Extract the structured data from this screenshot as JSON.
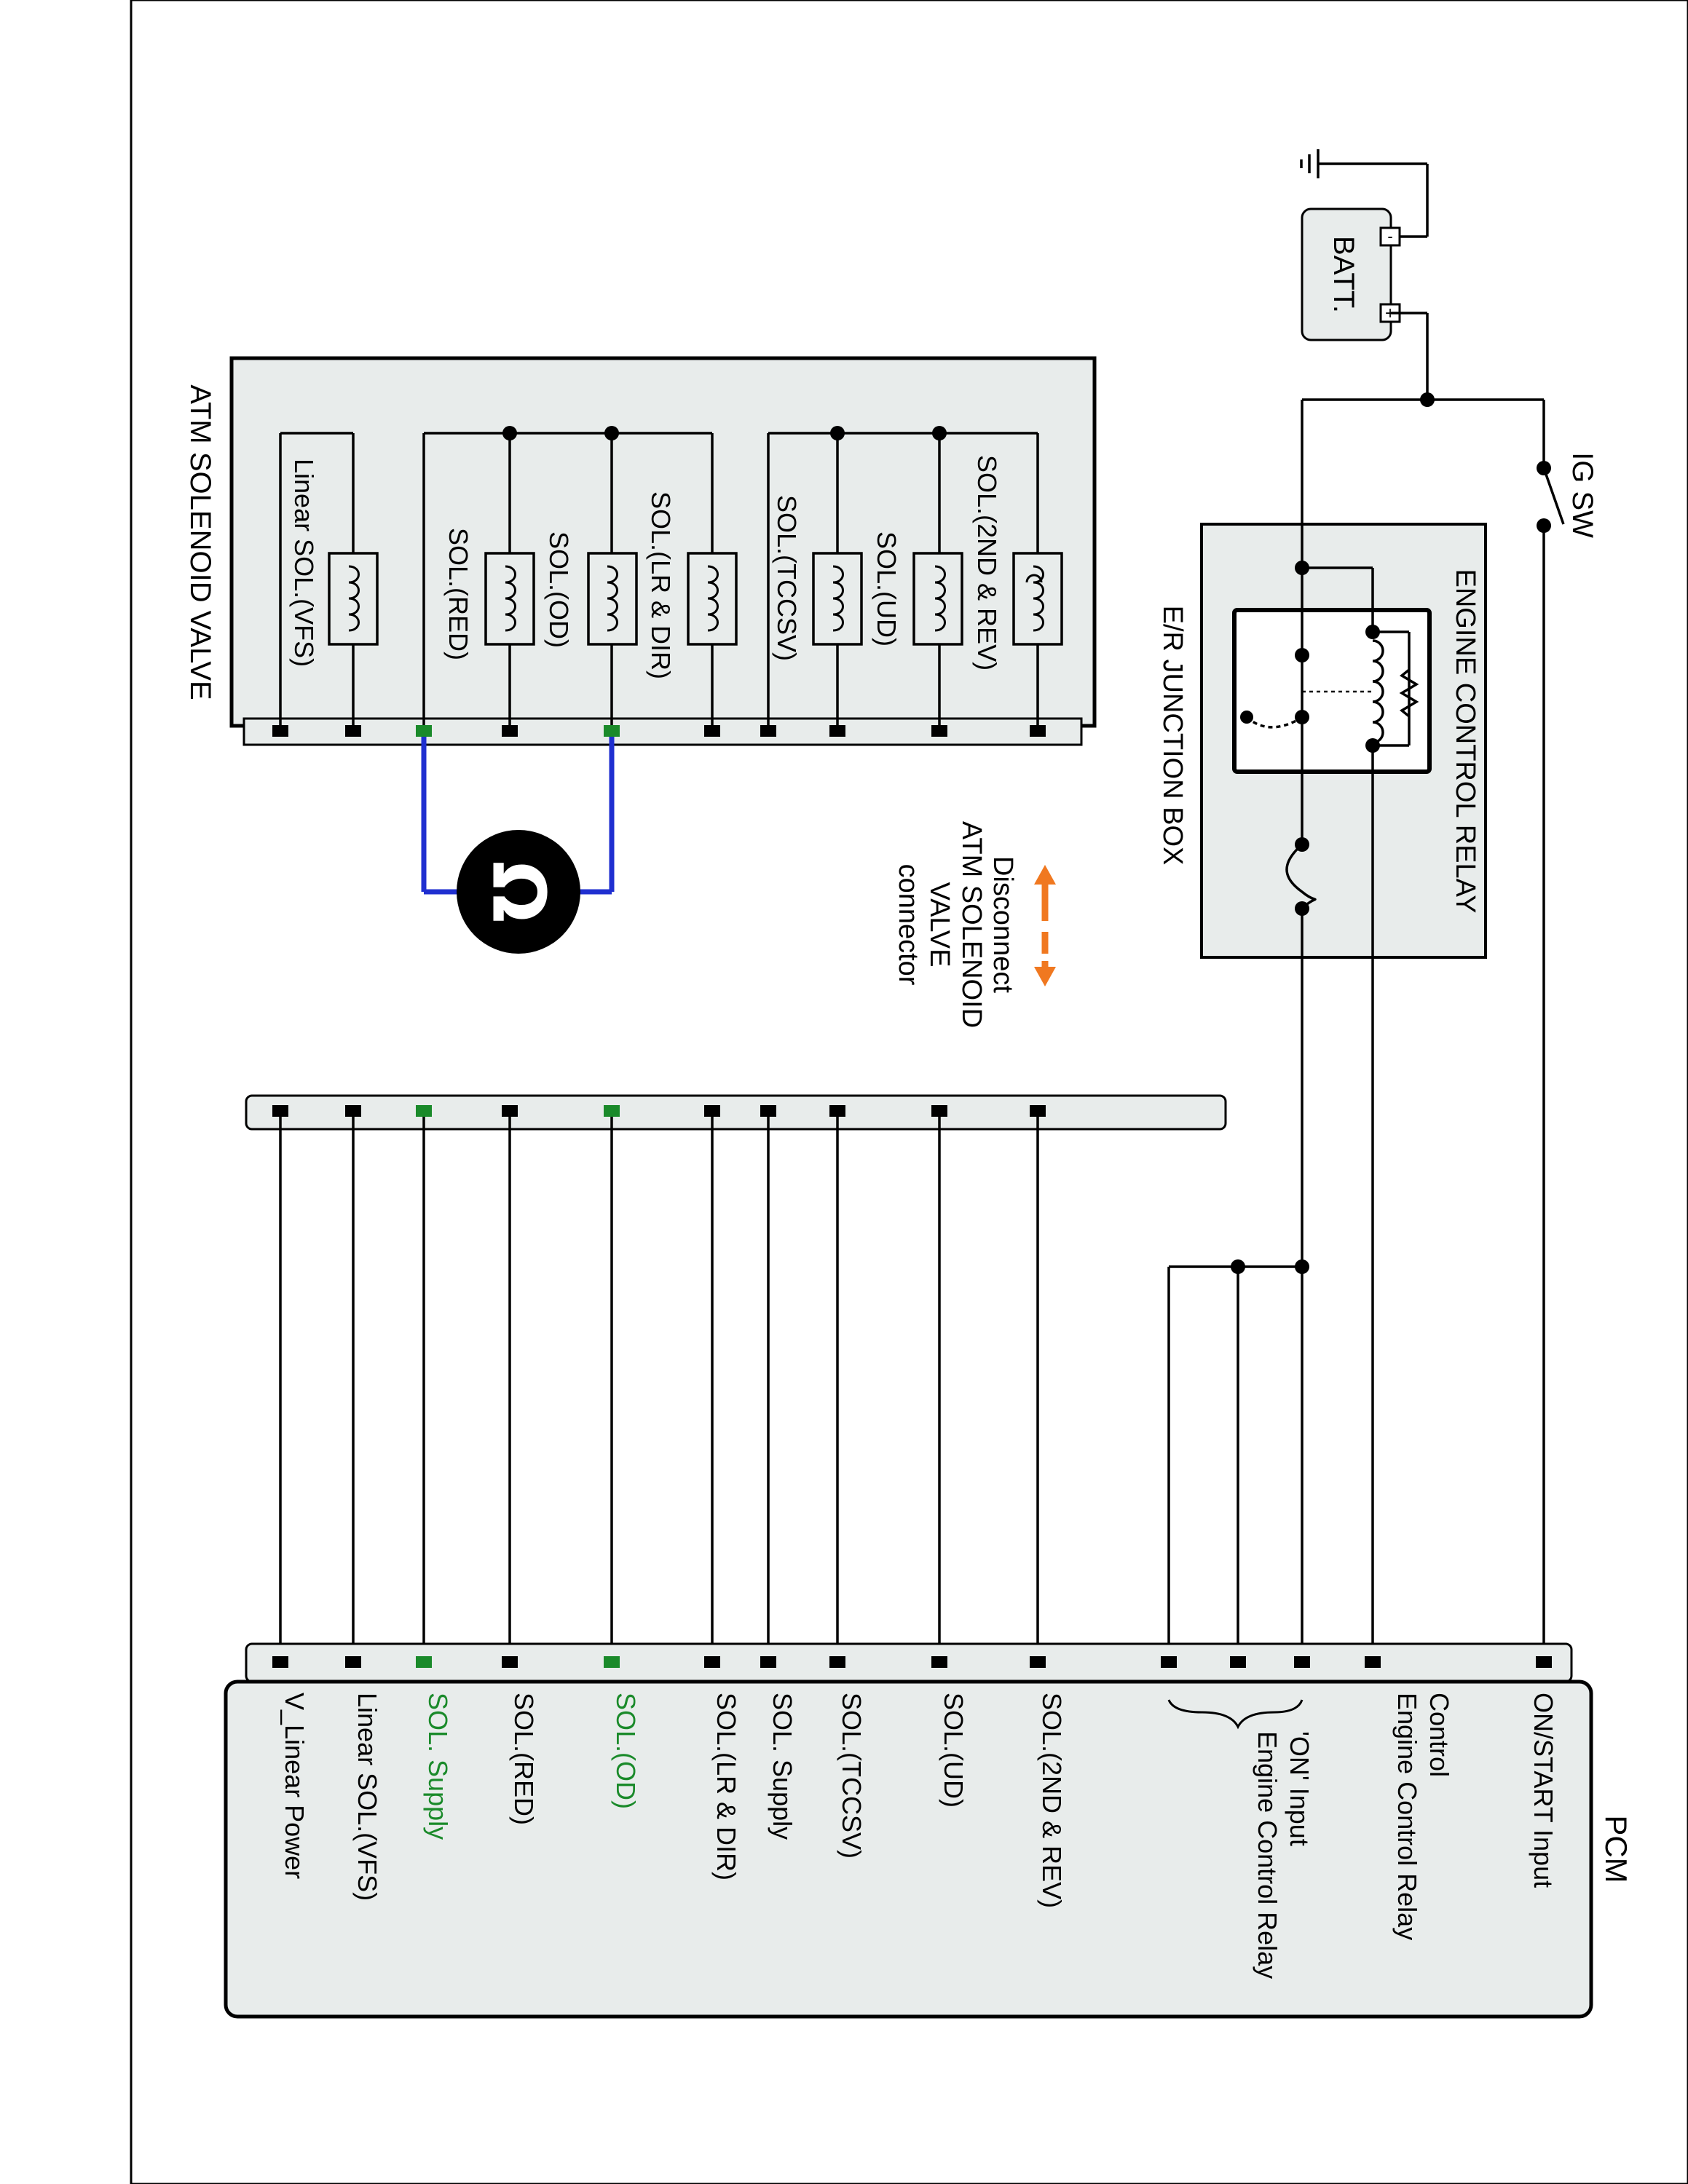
{
  "batt_label": "BATT.",
  "batt_minus": "-",
  "batt_plus": "+",
  "ig_sw_label": "IG SW",
  "engine_control_relay_label": "ENGINE CONTROL RELAY",
  "er_junction_box_label": "E/R JUNCTION BOX",
  "atm_solenoid_valve_label": "ATM SOLENOID VALVE",
  "disconnect_note": [
    "Disconnect",
    "ATM SOLENOID",
    "VALVE",
    "connector"
  ],
  "pcm_label": "PCM",
  "ohm_symbol": "Ω",
  "solenoids": [
    {
      "label": "SOL.(2ND & REV)"
    },
    {
      "label": "SOL.(UD)"
    },
    {
      "label": "SOL.(TCCSV)"
    },
    {
      "label": "SOL.(LR & DIR)"
    },
    {
      "label": "SOL.(OD)"
    },
    {
      "label": "SOL.(RED)"
    },
    {
      "label": "Linear SOL.(VFS)"
    }
  ],
  "pcm_pins": [
    {
      "label": "ON/START Input",
      "color": "#000000"
    },
    {
      "label": "Engine Control Relay\nControl",
      "color": "#000000"
    },
    {
      "label": "Engine Control Relay\n'ON' Input",
      "color": "#000000"
    },
    {
      "label": "SOL.(2ND & REV)",
      "color": "#000000"
    },
    {
      "label": "SOL.(UD)",
      "color": "#000000"
    },
    {
      "label": "SOL.(TCCSV)",
      "color": "#000000"
    },
    {
      "label": "SOL. Supply",
      "color": "#000000"
    },
    {
      "label": "SOL.(LR & DIR)",
      "color": "#000000"
    },
    {
      "label": "SOL.(OD)",
      "color": "#1a8a2a"
    },
    {
      "label": "SOL.(RED)",
      "color": "#000000"
    },
    {
      "label": "SOL. Supply",
      "color": "#1a8a2a"
    },
    {
      "label": "Linear SOL.(VFS)",
      "color": "#000000"
    },
    {
      "label": "V_Linear Power",
      "color": "#000000"
    }
  ],
  "colors": {
    "highlight_green": "#1a8a2a",
    "meter_lead_blue": "#1f2fd0",
    "arrow_orange": "#f07820",
    "box_fill": "#e8eceb"
  }
}
